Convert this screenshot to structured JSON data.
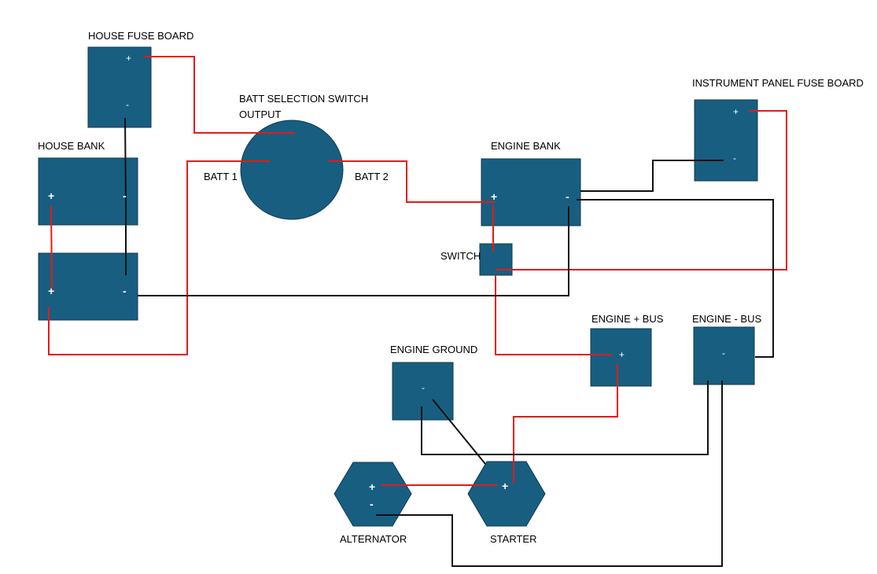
{
  "colors": {
    "component_fill": "#185e81",
    "component_stroke": "#0e3a52",
    "positive_wire": "#e31b1b",
    "negative_wire": "#111111"
  },
  "labels": {
    "house_fuse_board": "HOUSE FUSE BOARD",
    "house_bank": "HOUSE BANK",
    "batt_switch_line1": "BATT SELECTION SWITCH",
    "batt_switch_line2": "OUTPUT",
    "batt1": "BATT 1",
    "batt2": "BATT 2",
    "engine_bank": "ENGINE BANK",
    "instrument_panel_fuse_board": "INSTRUMENT PANEL FUSE BOARD",
    "switch": "SWITCH",
    "engine_pos_bus": "ENGINE + BUS",
    "engine_neg_bus": "ENGINE - BUS",
    "engine_ground": "ENGINE GROUND",
    "alternator": "ALTERNATOR",
    "starter": "STARTER"
  },
  "terminals": {
    "plus": "+",
    "minus": "-"
  }
}
